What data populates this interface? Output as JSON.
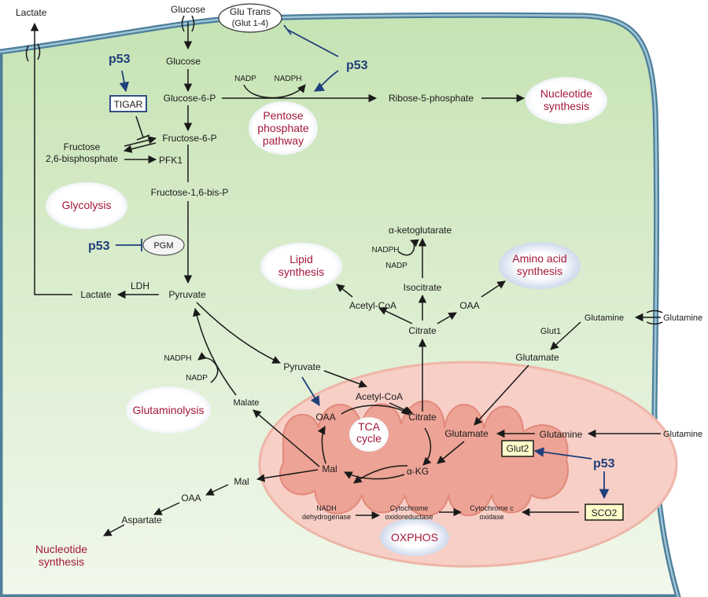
{
  "outside": {
    "lactate": "Lactate",
    "glucose": "Glucose",
    "transporter_line1": "Glu Trans",
    "transporter_line2": "(Glut 1-4)",
    "glutamine_1": "Glutamine",
    "glutamine_2": "Glutamine"
  },
  "p53_label": "p53",
  "glycolysis": {
    "glucose": "Glucose",
    "g6p": "Glucose-6-P",
    "f6p": "Fructose-6-P",
    "f26bp_line1": "Fructose",
    "f26bp_line2": "2,6-bisphosphate",
    "pfk1": "PFK1",
    "f16bp": "Fructose-1,6-bis-P",
    "tigar": "TIGAR",
    "pgm": "PGM",
    "pyruvate": "Pyruvate",
    "ldh": "LDH",
    "lactate": "Lactate"
  },
  "ppp": {
    "nadp": "NADP",
    "nadph": "NADPH",
    "r5p": "Ribose-5-phosphate"
  },
  "processes": {
    "nucleotide_line1": "Nucleotide",
    "nucleotide_line2": "synthesis",
    "ppp_line1": "Pentose",
    "ppp_line2": "phosphate",
    "ppp_line3": "pathway",
    "glycolysis": "Glycolysis",
    "lipid_line1": "Lipid",
    "lipid_line2": "synthesis",
    "amino_line1": "Amino acid",
    "amino_line2": "synthesis",
    "glutaminolysis": "Glutaminolysis",
    "tca_line1": "TCA",
    "tca_line2": "cycle",
    "oxphos": "OXPHOS"
  },
  "cytosol": {
    "akg": "α-ketoglutarate",
    "nadph": "NADPH",
    "nadp": "NADP",
    "isocitrate": "Isocitrate",
    "acetyl_coa": "Acetyl-CoA",
    "oaa": "OAA",
    "citrate": "Citrate",
    "glut1": "Glut1",
    "glutamine": "Glutamine",
    "glutamate": "Glutamate",
    "nadph2": "NADPH",
    "nadp2": "NADP",
    "malate": "Malate",
    "mal": "Mal",
    "oaa2": "OAA",
    "aspartate": "Aspartate"
  },
  "mito": {
    "pyruvate": "Pyruvate",
    "acetyl_coa": "Acetyl-CoA",
    "oaa": "OAA",
    "citrate": "Citrate",
    "glutamate": "Glutamate",
    "glutamine": "Glutamine",
    "glut2": "Glut2",
    "mal": "Mal",
    "akg": "α-KG",
    "nadh_line1": "NADH",
    "nadh_line2": "dehydrogenase",
    "cox_red_line1": "Cytochrome",
    "cox_red_line2": "oxidoreductase",
    "cox_line1": "Cytochrome c",
    "cox_line2": "oxidase",
    "sco2": "SCO2"
  },
  "colors": {
    "cell_fill_top": "#c6e3b4",
    "cell_fill_bottom": "#f1f8ec",
    "membrane": "#6e9fb8",
    "mito_outer": "#f6c7bd",
    "mito_inner": "#eb9d90",
    "process_red": "#a3183a",
    "p53_blue": "#1f3f7a"
  }
}
